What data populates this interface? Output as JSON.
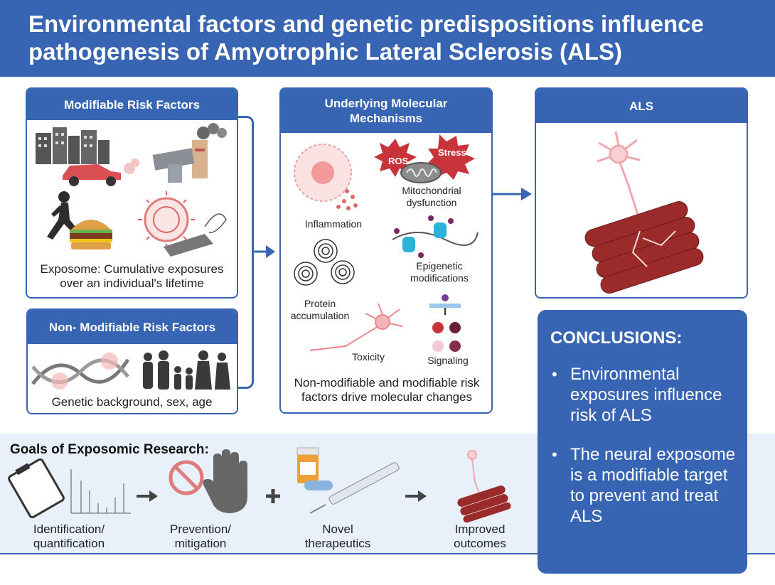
{
  "header": {
    "title": "Environmental factors and genetic predispositions influence pathogenesis of Amyotrophic Lateral Sclerosis (ALS)"
  },
  "modifiable": {
    "title": "Modifiable Risk Factors",
    "caption": "Exposome: Cumulative exposures over an individual's lifetime"
  },
  "non_modifiable": {
    "title": "Non- Modifiable Risk Factors",
    "caption": "Genetic background, sex, age"
  },
  "mechanisms": {
    "title": "Underlying Molecular Mechanisms",
    "ros": "ROS",
    "stress": "Stress",
    "labels": {
      "inflammation": "Inflammation",
      "mitochondrial": "Mitochondrial dysfunction",
      "epigenetic": "Epigenetic modifications",
      "protein": "Protein accumulation",
      "toxicity": "Toxicity",
      "signaling": "Signaling"
    },
    "caption": "Non-modifiable and modifiable risk factors drive molecular changes"
  },
  "als": {
    "title": "ALS"
  },
  "goals": {
    "title": "Goals of Exposomic Research:",
    "steps": [
      "Identification/ quantification",
      "Prevention/ mitigation",
      "Novel therapeutics",
      "Improved outcomes"
    ]
  },
  "conclusions": {
    "title": "CONCLUSIONS:",
    "items": [
      "Environmental exposures influence risk of ALS",
      "The neural exposome is a modifiable target to prevent and treat ALS"
    ]
  },
  "colors": {
    "primary": "#3865b3",
    "band": "#e8f0fa",
    "muscle": "#9b2a2a",
    "stress_red": "#c9343a"
  }
}
